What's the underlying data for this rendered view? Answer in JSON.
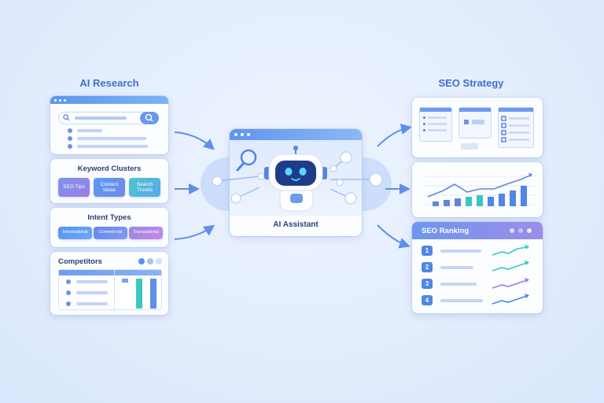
{
  "left_title": "AI Research",
  "right_title": "SEO Strategy",
  "keyword_clusters": {
    "title": "Keyword Clusters",
    "chips": [
      "SEO Tips",
      "Content Ideas",
      "Search Trends"
    ]
  },
  "intent_types": {
    "title": "Intent Types",
    "chips": [
      "Informational",
      "Commercial",
      "Transactional"
    ]
  },
  "competitors": {
    "title": "Competitors"
  },
  "assistant": {
    "label": "AI Assistant"
  },
  "seo_ranking": {
    "title": "SEO Ranking",
    "ranks": [
      "1",
      "2",
      "3",
      "4"
    ]
  },
  "colors": {
    "accent_blue": "#4f86e8",
    "teal": "#3cc6bf",
    "purple": "#9b7fe6",
    "navy": "#1f3c8a"
  }
}
